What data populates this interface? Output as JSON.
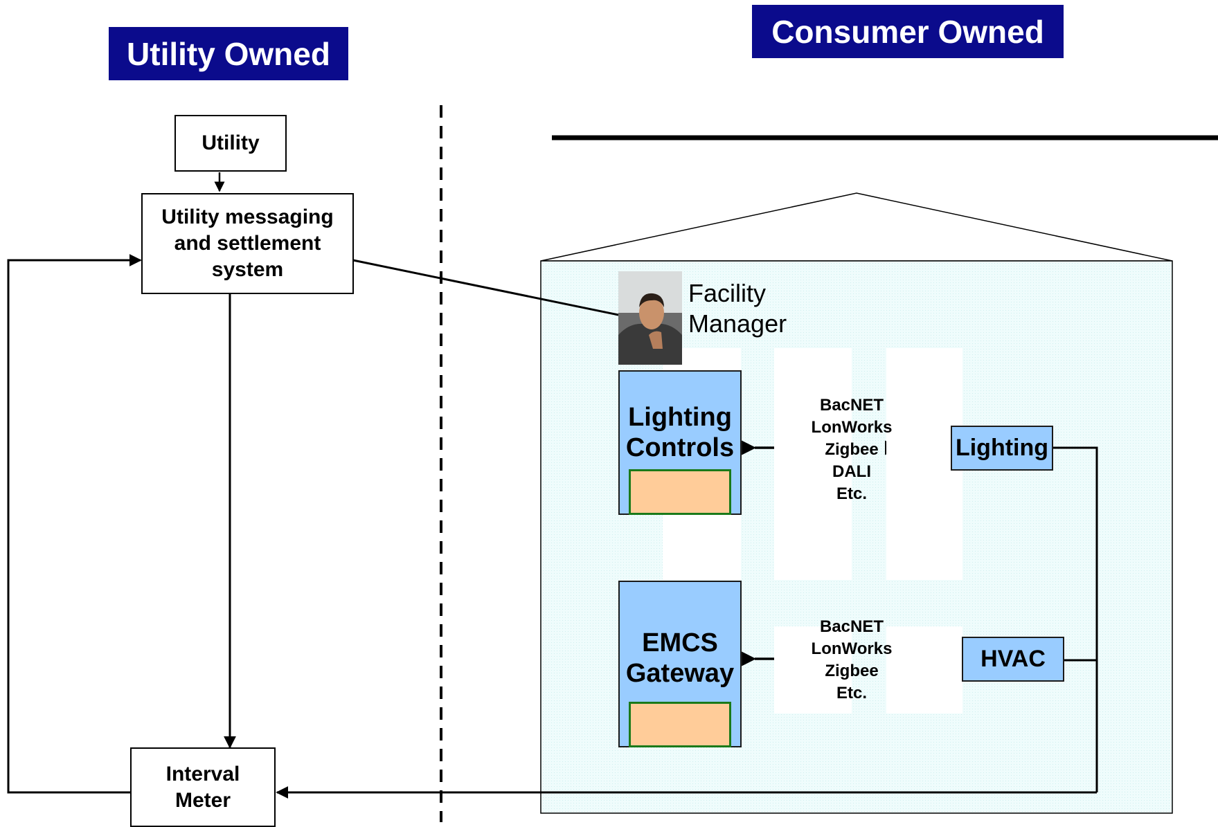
{
  "banners": {
    "utility_owned": "Utility Owned",
    "consumer_owned": "Consumer Owned"
  },
  "boxes": {
    "utility": "Utility",
    "messaging_line1": "Utility messaging",
    "messaging_line2": "and settlement",
    "messaging_line3": "system",
    "interval_line1": "Interval",
    "interval_line2": "Meter",
    "lighting_controls_line1": "Lighting",
    "lighting_controls_line2": "Controls",
    "emcs_line1": "EMCS",
    "emcs_line2": "Gateway",
    "lighting": "Lighting",
    "hvac": "HVAC"
  },
  "facility_manager": {
    "line1": "Facility",
    "line2": "Manager"
  },
  "protocols_top": [
    "BacNET",
    "LonWorks",
    "Zigbee",
    "DALI",
    "Etc."
  ],
  "protocols_bottom": [
    "BacNET",
    "LonWorks",
    "Zigbee",
    "Etc."
  ],
  "colors": {
    "banner": "#0b0b8c",
    "house_fill": "#effcfc",
    "component_blue": "#99ccff",
    "controller_orange": "#ffcc99",
    "controller_border": "#1a7a1a"
  }
}
